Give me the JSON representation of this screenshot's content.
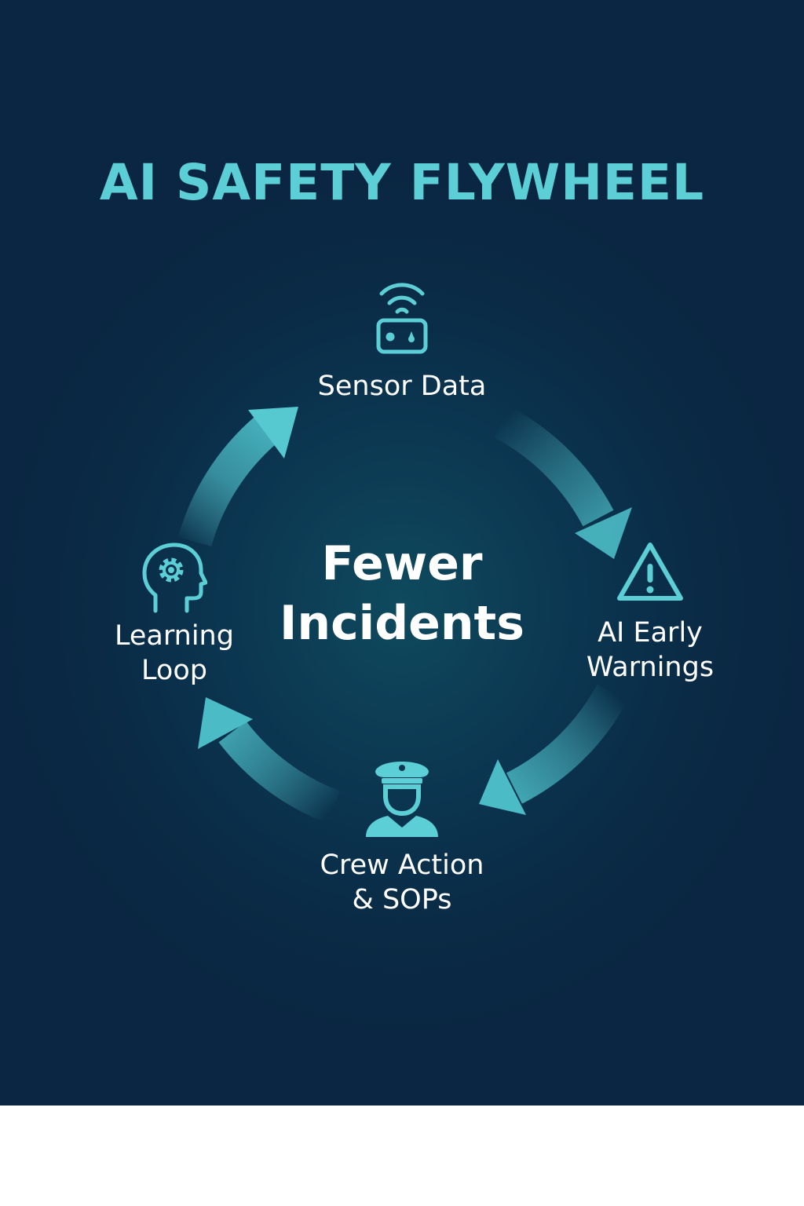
{
  "title": "AI SAFETY FLYWHEEL",
  "center": {
    "line1": "Fewer",
    "line2": "Incidents"
  },
  "nodes": [
    {
      "id": "sensor",
      "icon": "wifi-router-icon",
      "label_lines": [
        "Sensor Data"
      ]
    },
    {
      "id": "warning",
      "icon": "warning-triangle-icon",
      "label_lines": [
        "AI Early",
        "Warnings"
      ]
    },
    {
      "id": "crew",
      "icon": "pilot-icon",
      "label_lines": [
        "Crew Action",
        "& SOPs"
      ]
    },
    {
      "id": "learning",
      "icon": "brain-gear-icon",
      "label_lines": [
        "Learning",
        "Loop"
      ]
    }
  ],
  "colors": {
    "background_top": "#0a2642",
    "background_center": "#0f4a5e",
    "accent": "#5ccfd6",
    "text": "#ffffff"
  }
}
